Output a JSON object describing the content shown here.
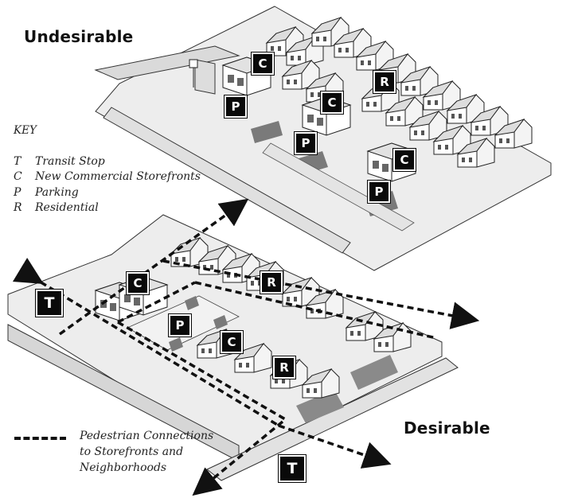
{
  "headings": {
    "top": "Undesirable",
    "bottom": "Desirable"
  },
  "key": {
    "title": "KEY",
    "items": [
      {
        "code": "T",
        "label": "Transit Stop"
      },
      {
        "code": "C",
        "label": "New Commercial Storefronts"
      },
      {
        "code": "P",
        "label": "Parking"
      },
      {
        "code": "R",
        "label": "Residential"
      }
    ]
  },
  "legend": {
    "line1": "Pedestrian Connections",
    "line2": "to Storefronts and",
    "line3": "Neighborhoods"
  },
  "badges": {
    "undesirable": [
      "C",
      "R",
      "C",
      "P",
      "P",
      "C",
      "P"
    ],
    "desirable": [
      "T",
      "C",
      "R",
      "P",
      "C",
      "R",
      "T"
    ]
  },
  "colors": {
    "ground": "#ebebeb",
    "road": "#d8d8d8",
    "building": "#ffffff",
    "roof_shadow": "#bdbdbd",
    "parking": "#7a7a7a",
    "ink": "#111111"
  }
}
